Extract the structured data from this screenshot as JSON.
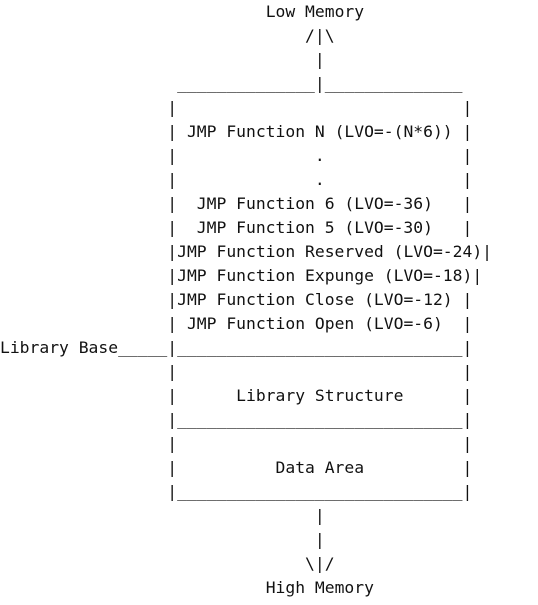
{
  "diagram": {
    "low_memory_label": "Low Memory",
    "high_memory_label": "High Memory",
    "library_base_label": "Library Base",
    "jump_table": {
      "function_n": "JMP Function N (LVO=-(N*6))",
      "ellipsis": ".",
      "entries": [
        "JMP Function 6 (LVO=-36)",
        "JMP Function 5 (LVO=-30)",
        "JMP Function Reserved (LVO=-24)",
        "JMP Function Expunge (LVO=-18)",
        "JMP Function Close (LVO=-12)",
        "JMP Function Open (LVO=-6)"
      ]
    },
    "library_structure_label": "Library Structure",
    "data_area_label": "Data Area"
  }
}
